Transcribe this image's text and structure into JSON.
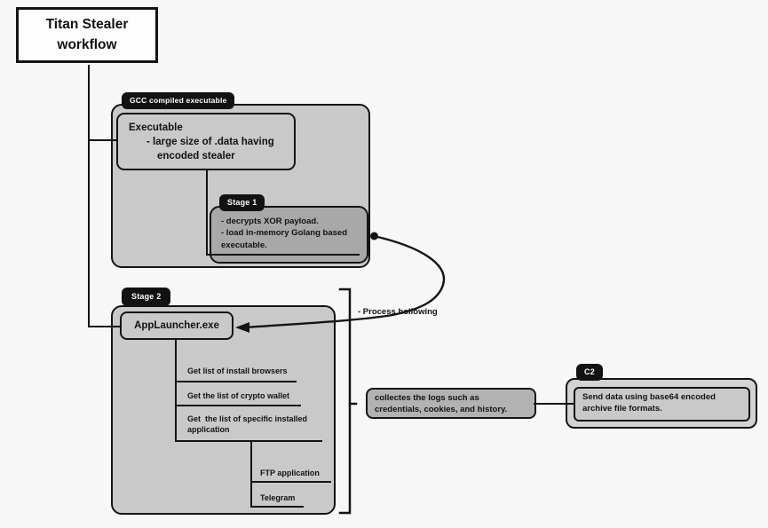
{
  "title": {
    "text": "Titan Stealer workflow"
  },
  "colors": {
    "background": "#f7f7f7",
    "container_fill": "#c9c9c9",
    "dark_box_fill": "#a8a8a8",
    "collect_box_fill": "#b2b2b2",
    "c2_outer_fill": "#d3d3d3",
    "tab_bg": "#121212",
    "tab_text": "#ffffff",
    "line": "#121212"
  },
  "gcc": {
    "tab": "GCC compiled executable",
    "executable": {
      "title": "Executable",
      "line1": "- large size of .data having",
      "line2": "encoded stealer"
    },
    "stage1": {
      "tab": "Stage 1",
      "lines": [
        "- decrypts XOR payload.",
        "- load in-memory Golang based",
        "executable."
      ]
    }
  },
  "stage2": {
    "tab": "Stage 2",
    "app": "AppLauncher.exe",
    "items": [
      "Get list of install browsers",
      "Get the list of crypto wallet",
      "Get  the list of specific installed application"
    ],
    "subitems": [
      "FTP application",
      "Telegram"
    ]
  },
  "annotations": {
    "process_hollowing": "- Process hollowing"
  },
  "collect": {
    "text": "collectes the logs such as credentials, cookies, and history."
  },
  "c2": {
    "tab": "C2",
    "text": "Send data using base64 encoded archive file formats."
  }
}
